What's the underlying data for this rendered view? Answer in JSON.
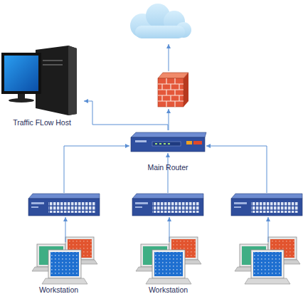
{
  "diagram": {
    "nodes": [
      {
        "text": [
          "Traffic FLow Host"
        ]
      },
      {
        "text": [
          "Main Router"
        ]
      },
      {
        "text": [
          "Workstation"
        ]
      },
      {
        "text": [
          "Workstation"
        ]
      }
    ],
    "edges": [
      {
        "from": 1,
        "to": 0,
        "arrow": "to"
      }
    ]
  }
}
